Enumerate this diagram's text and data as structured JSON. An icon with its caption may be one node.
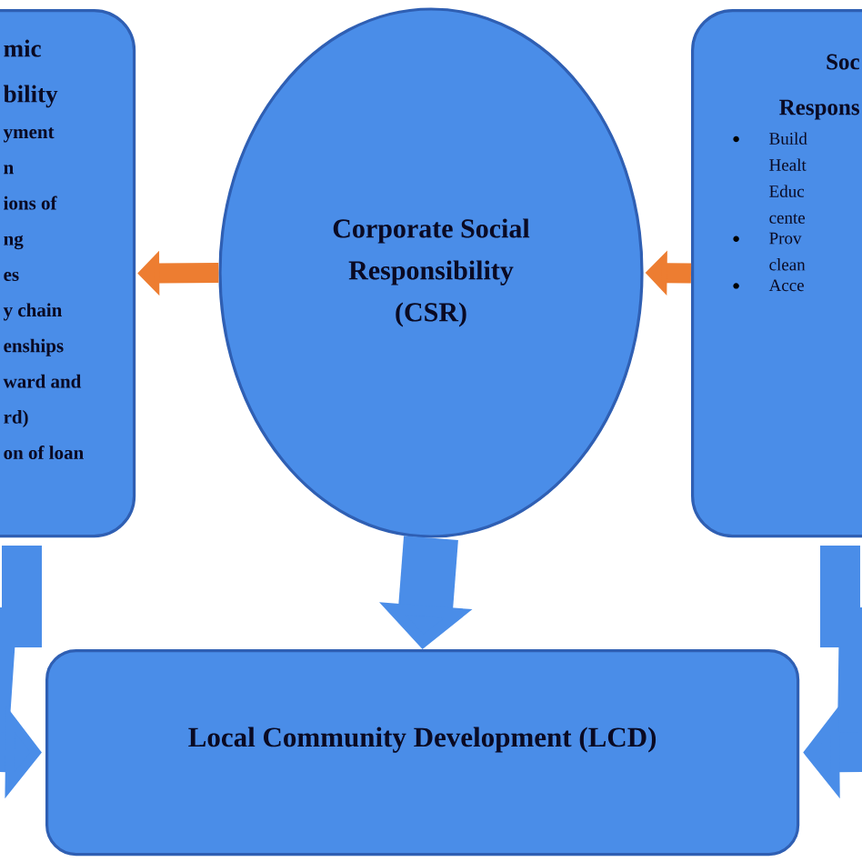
{
  "diagram": {
    "nodes": [
      {
        "text": [
          "mic bility",
          "yment",
          "n",
          "ions of",
          "ng",
          "es",
          "y chain",
          "enships",
          "ward and",
          "rd)",
          "on of loan"
        ]
      },
      {
        "text": [
          "Corporate Social Responsibility (CSR)"
        ]
      },
      {
        "text": [
          "Soc Respons",
          "Build Healt Educ cente",
          "Prov clean",
          "Acce"
        ]
      },
      {
        "text": [
          "Local Community Development (LCD)"
        ]
      }
    ],
    "edges": [
      {
        "from": 1,
        "to": 0,
        "arrow": "to",
        "color": "#ed7d31"
      },
      {
        "from": 2,
        "to": 1,
        "arrow": "to",
        "color": "#ed7d31"
      },
      {
        "from": 1,
        "to": 3,
        "arrow": "to"
      },
      {
        "from": 0,
        "to": 3,
        "arrow": "to"
      },
      {
        "from": 2,
        "to": 3,
        "arrow": "to"
      }
    ]
  }
}
